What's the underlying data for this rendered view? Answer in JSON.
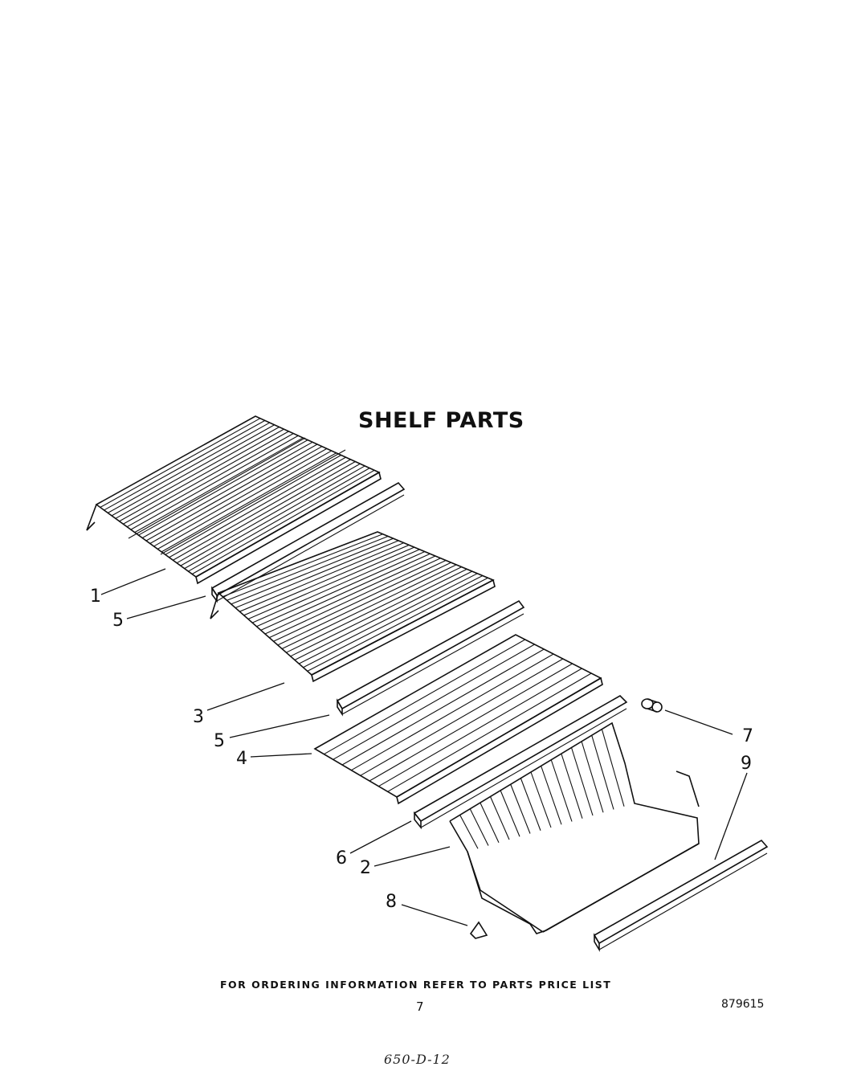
{
  "title": "SHELF PARTS",
  "callouts": [
    {
      "label": "1"
    },
    {
      "label": "5"
    },
    {
      "label": "3"
    },
    {
      "label": "5"
    },
    {
      "label": "4"
    },
    {
      "label": "6"
    },
    {
      "label": "2"
    },
    {
      "label": "8"
    },
    {
      "label": "7"
    },
    {
      "label": "9"
    }
  ],
  "footer": {
    "ordering_note": "FOR ORDERING INFORMATION REFER TO PARTS PRICE LIST",
    "page_number": "7",
    "document_number": "879615",
    "handwritten_code": "650-D-12"
  }
}
